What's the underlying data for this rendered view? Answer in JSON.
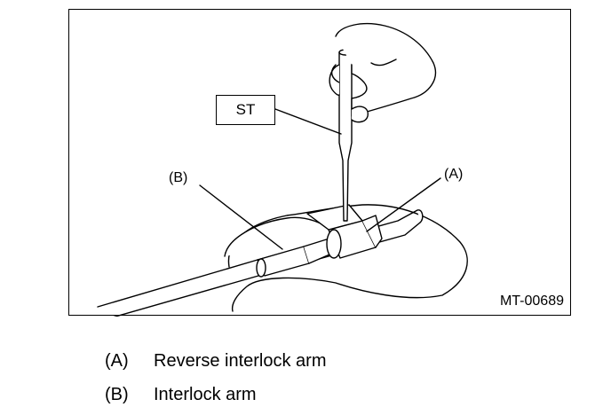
{
  "figure": {
    "tool_label": "ST",
    "callout_b": "(B)",
    "callout_a": "(A)",
    "figure_id": "MT-00689"
  },
  "legend": [
    {
      "key": "(A)",
      "text": "Reverse interlock arm"
    },
    {
      "key": "(B)",
      "text": "Interlock arm"
    }
  ]
}
